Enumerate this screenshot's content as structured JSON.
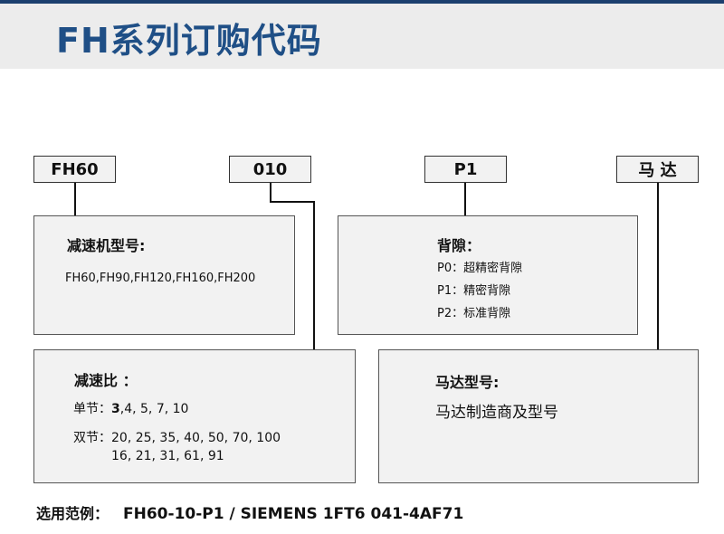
{
  "title": "FH系列订购代码",
  "codes": {
    "model": "FH60",
    "ratio": "010",
    "backlash": "P1",
    "motor": "马 达"
  },
  "reducer_panel": {
    "heading": "减速机型号:",
    "models": "FH60,FH90,FH120,FH160,FH200"
  },
  "backlash_panel": {
    "heading": "背隙：",
    "options": [
      "P0：超精密背隙",
      "P1：精密背隙",
      "P2：标准背隙"
    ]
  },
  "ratio_panel": {
    "heading": "减速比 ：",
    "single_label": "单节：",
    "single_first": "3",
    "single_rest": ",4, 5, 7, 10",
    "double_label": "双节：",
    "double_line1": "20, 25, 35, 40, 50, 70, 100",
    "double_line2": "16, 21, 31, 61, 91"
  },
  "motor_panel": {
    "heading": "马达型号:",
    "text": "马达制造商及型号"
  },
  "example": {
    "label": "选用范例：",
    "value": "FH60-10-P1 / SIEMENS 1FT6 041-4AF71"
  }
}
